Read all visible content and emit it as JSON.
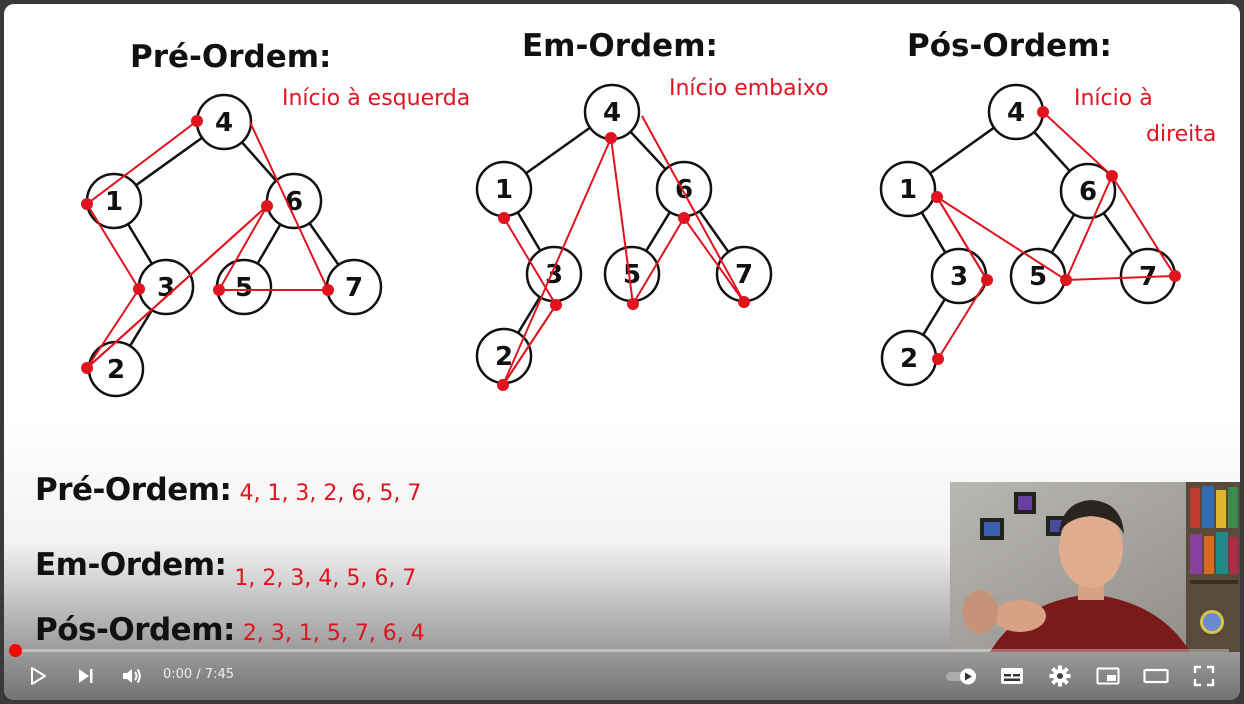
{
  "titles": {
    "pre": "Pré-Ordem:",
    "em": "Em-Ordem:",
    "pos": "Pós-Ordem:"
  },
  "annotations": {
    "pre": "Início à esquerda",
    "em": "Início embaixo",
    "pos_line1": "Início à",
    "pos_line2": "direita"
  },
  "node_labels": [
    "4",
    "1",
    "6",
    "3",
    "5",
    "7",
    "2"
  ],
  "results": {
    "pre_label": "Pré-Ordem:",
    "pre_seq": "4, 1, 3, 2, 6, 5, 7",
    "em_label": "Em-Ordem:",
    "em_seq": "1, 2, 3, 4, 5, 6, 7",
    "pos_label": "Pós-Ordem:",
    "pos_seq": "2, 3, 1, 5, 7, 6, 4"
  },
  "player": {
    "time_current": "0:00",
    "time_sep": " / ",
    "time_total": "7:45",
    "progress": 0.0,
    "accent_color": "#ff0000",
    "icons": [
      "play-icon",
      "next-icon",
      "volume-icon",
      "autoplay-toggle",
      "subtitles-icon",
      "settings-icon",
      "miniplayer-icon",
      "theater-icon",
      "fullscreen-icon"
    ]
  },
  "colors": {
    "annotation_red": "#e0141e",
    "title_black": "#111111"
  }
}
